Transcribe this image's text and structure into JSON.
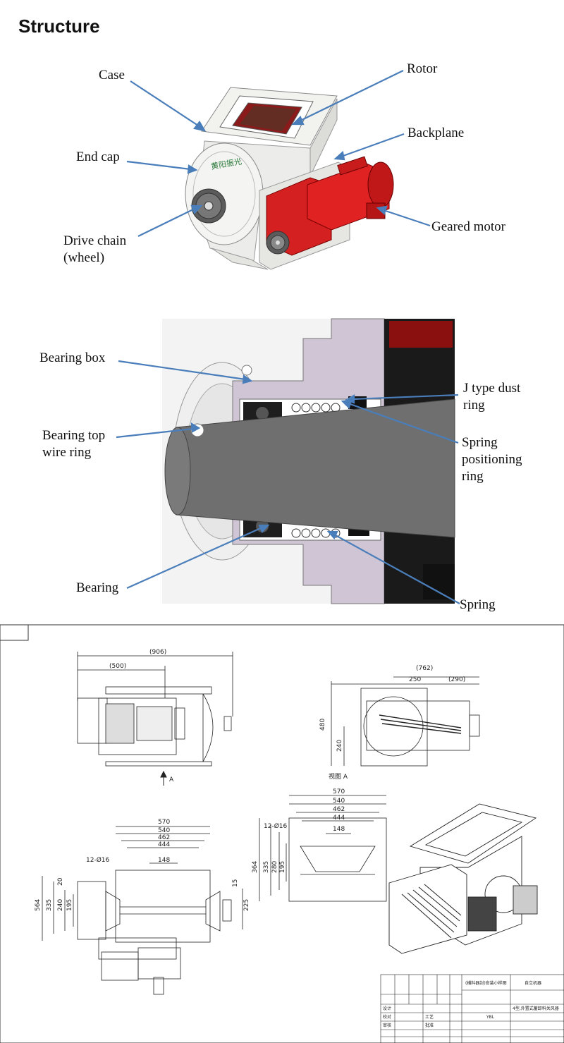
{
  "heading": "Structure",
  "structure_labels": {
    "case": "Case",
    "rotor": "Rotor",
    "end_cap": "End cap",
    "backplane": "Backplane",
    "drive_chain": "Drive chain\n(wheel)",
    "geared_motor": "Geared motor"
  },
  "bearing_labels": {
    "bearing_box": "Bearing box",
    "j_type": "J type dust\nring",
    "top_wire": "Bearing top\nwire ring",
    "spring_pos": "Spring\npositioning\nring",
    "bearing": "Bearing",
    "spring": "Spring"
  },
  "drawing": {
    "dims_top_left": [
      "(906)",
      "(500)"
    ],
    "dims_top_right": [
      "(762)",
      "250",
      "(290)",
      "480",
      "240"
    ],
    "view_a_arrow": "A",
    "view_a_label": "视图 A",
    "dims_bottom_left": [
      "570",
      "540",
      "462",
      "444",
      "148",
      "12-Ø16",
      "564",
      "335",
      "240",
      "195",
      "20",
      "225",
      "15"
    ],
    "dims_bottom_mid": [
      "570",
      "540",
      "462",
      "444",
      "148",
      "12-Ø16",
      "364",
      "335",
      "280",
      "195"
    ],
    "title_block": {
      "drawing_name": "(横料器封)安装小样图",
      "company": "自立机器",
      "product": "4型,外置式蓄卸料关风器",
      "drawing_no": "YBL",
      "rows": [
        "设计",
        "校对",
        "审核",
        "工艺",
        "批准"
      ]
    }
  },
  "colors": {
    "arrow": "#4a7ebb",
    "motor_red": "#d42020",
    "steel": "#e4e4e0",
    "shaft": "#6f6f6f",
    "wall": "#cfc5d4"
  }
}
